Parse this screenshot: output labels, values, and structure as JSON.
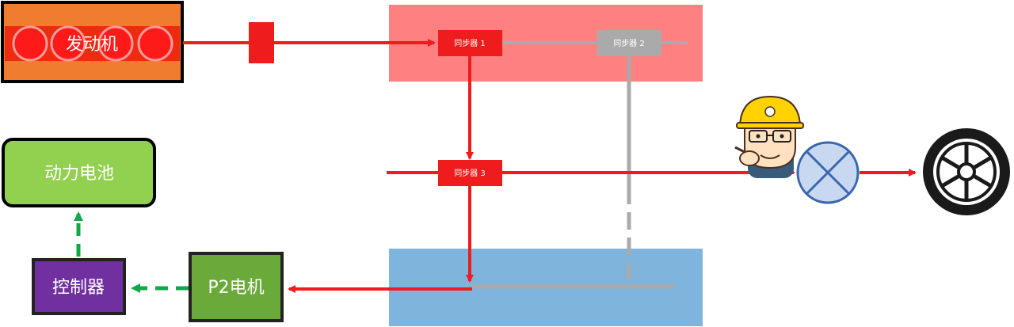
{
  "labels": {
    "engine": "发动机",
    "battery": "动力电池",
    "controller": "控制器",
    "motor": "P2电机",
    "sync1": "同步器 1",
    "sync2": "同步器 2",
    "sync3": "同步器 3"
  },
  "icons": {
    "differential": "differential-icon",
    "wheel": "wheel-icon",
    "mascot": "engineer-mascot-icon"
  },
  "colors": {
    "engine_body": "#f07c30",
    "engine_band": "#ee2a10",
    "power_flow": "#ee1c1c",
    "inactive_flow": "#aaaaaa",
    "charge_flow": "#12a84a",
    "battery": "#92d050",
    "controller": "#7030a0",
    "motor": "#6aaa3a",
    "upper_shaft": "#ff8080",
    "lower_shaft": "#7fb5dd",
    "differential": "#c8d8f0"
  }
}
